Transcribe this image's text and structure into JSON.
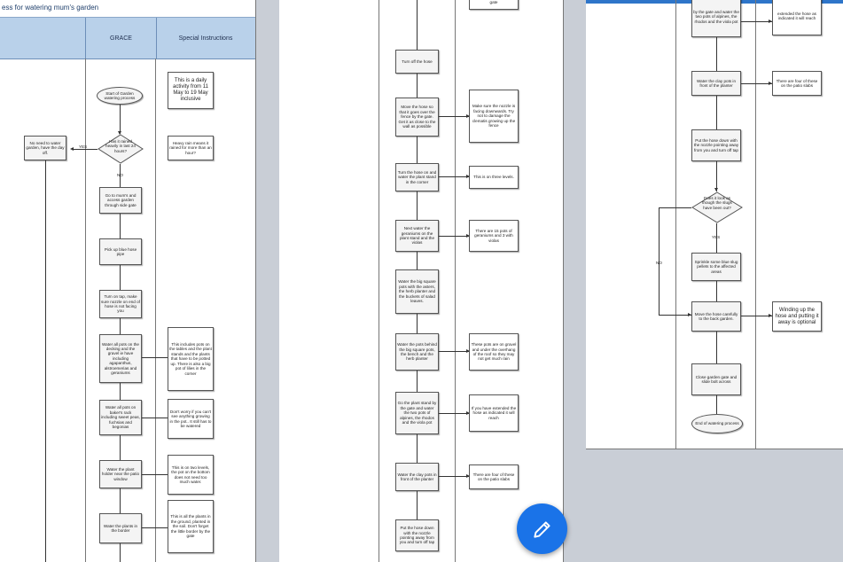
{
  "panel1": {
    "title": "ess for watering mum's garden",
    "lane_grace": "GRACE",
    "lane_special": "Special Instructions",
    "start": "Start of Garden watering process",
    "start_note": "This is a daily activity from 11 May to 19 May inclusive",
    "decision": "Has it rained heavily in last 24 hours?",
    "decision_note": "Heavy rain means it rained for more than an hour?",
    "no_need": "No need to water garden, have the day off.",
    "yes_label": "YES",
    "no_label": "NO",
    "step1": "Go to mum's and access garden through side gate",
    "step2": "Pick up blue hose pipe",
    "step3": "Turn on tap, make sure nozzle on end of hose is not facing you",
    "step4": "Water all pots on the decking and the gravel ie have including agapanthus, alstroemerias and geraniums",
    "step4_note": "This includes pots on the tables and the plant stands and the plants that have to be potted up. There is also a big pot of lilies in the corner",
    "step5": "Water all pots on baker's rack including sweet peas, fuchsias and begonias",
    "step5_note": "Don't worry if you can't see anything growing in the pot.. It still has to be watered",
    "step6": "Water the plant holder near the patio window",
    "step6_note": "This is on two levels, the pot on the bottom does not need too much water.",
    "step7": "Water the plants in the border",
    "step7_note": "This is all the plants in the ground, planted in the soil. Don't forget the little border by the gate"
  },
  "panel2": {
    "top_note": "gate",
    "s1": "Turn off the hose",
    "s2": "Move the hose so that it goes over the fence by the gate. Get it as close to the wall as possible",
    "s2_note": "Make sure the nozzle is facing downwards. Try not to damage the clematis growing up the fence",
    "s3": "Turn the hose on and water the plant stand in the corner",
    "s3_note": "This is on three levels.",
    "s4": "Next water the geraniums on the plant stand and the violas",
    "s4_note": "There are 15 pots of geraniums and 3 with violas",
    "s5": "Water the big square pots with the asters, the herb planter and the buckets of salad leaves.",
    "s6": "Water the pots behind the big square pots, the bench and the herb planter",
    "s6_note": "These pots are on gravel and under the overhang of the roof so they may not get much rain",
    "s7": "Go the plant stand by the gate and water the two pots of alpines, the rhodos and the viola pot",
    "s7_note": "If you have extended the hose as indicated it will reach",
    "s8": "Water the clay pots in front of the planter",
    "s8_note": "There are four of these on the patio slabs",
    "s9": "Put the hose down with the nozzle pointing away from you and turn off tap"
  },
  "panel3": {
    "top": "by the gate and water the two pots of alpines, the rhodos and the viola pot",
    "top_note": "extended the hose as indicated it will reach",
    "s1": "Water the clay pots in front of the planter",
    "s1_note": "There are four of these on the patio slabs",
    "s2": "Put the hose down with the nozzle pointing away from you and turn off tap",
    "decision": "Does it look as though the slugs have been out?",
    "yes_label": "YES",
    "no_label": "NO",
    "s3": "Sprinkle some blue slug pellets to the affected areas",
    "s4": "Move the hose carefully to the back garden.",
    "s4_note": "Winding up the hose and putting it away is optional",
    "s5": "Close garden gate and slide bolt across",
    "end": "End of watering process"
  },
  "colors": {
    "header_blue": "#2e75c9",
    "lane_header": "#b9d1ea",
    "fab_blue": "#1a73e8"
  },
  "icons": {
    "fab": "pencil-icon"
  }
}
